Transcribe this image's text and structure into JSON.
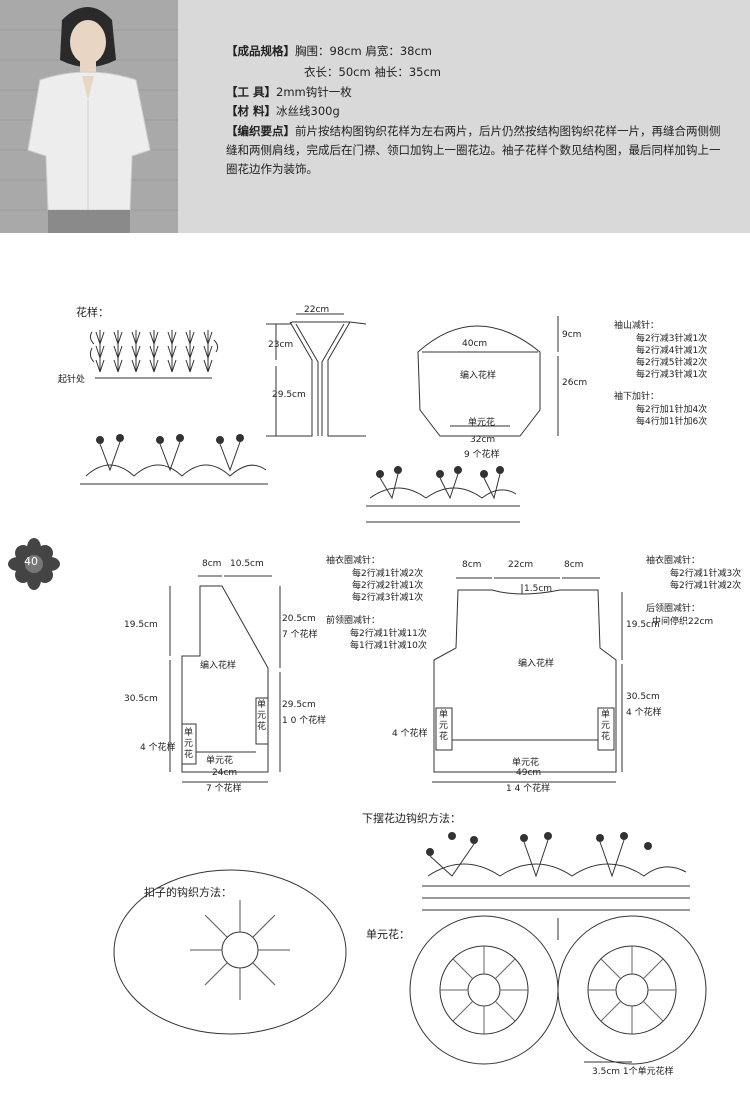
{
  "header": {
    "spec_label": "【成品规格】",
    "spec_line1": "胸围：98cm   肩宽：38cm",
    "spec_line2": "衣长：50cm   袖长：35cm",
    "tool_label": "【工      具】",
    "tool_value": "2mm钩针一枚",
    "material_label": "【材      料】",
    "material_value": "冰丝线300g",
    "knit_label": "【编织要点】",
    "knit_text": "前片按结构图钩织花样为左右两片，后片仍然按结构图钩织花样一片，再缝合两侧侧缝和两侧肩线，完成后在门襟、领口加钩上一圈花边。袖子花样个数见结构图，最后同样加钩上一圈花边作为装饰。"
  },
  "page_number": "40",
  "pattern": {
    "title": "花样：",
    "start_label": "起针处"
  },
  "collar": {
    "w": "22cm",
    "h1": "23cm",
    "h2": "29.5cm"
  },
  "sleeve": {
    "top_w": "40cm",
    "label": "编入花样",
    "unit": "单元花",
    "bottom_w": "32cm",
    "bottom_count": "9 个花样",
    "h1": "9cm",
    "h2": "26cm",
    "cap_title": "袖山减针：",
    "cap_lines": [
      "每2行减3针减1次",
      "每2行减4针减1次",
      "每2行减5针减2次",
      "每2行减3针减1次"
    ],
    "under_title": "袖下加针：",
    "under_lines": [
      "每2行加1针加4次",
      "每4行加1针加6次"
    ]
  },
  "front": {
    "w1": "8cm",
    "w2": "10.5cm",
    "h_top": "19.5cm",
    "h_bottom": "30.5cm",
    "r_top": "20.5cm",
    "r_top_count": "7 个花样",
    "r_bottom": "29.5cm",
    "r_bottom_count": "1 0 个花样",
    "label": "编入花样",
    "unit_side": "单元花",
    "unit_left": "单元花",
    "unit_bottom": "单元花",
    "left_count": "4 个花样",
    "bottom_w": "24cm",
    "bottom_count": "7 个花样",
    "arm_title": "袖衣圈减针：",
    "arm_lines": [
      "每2行减1针减2次",
      "每2行减2针减1次",
      "每2行减3针减1次"
    ],
    "neck_title": "前领圈减针：",
    "neck_lines": [
      "每2行减1针减11次",
      "每1行减1针减10次"
    ]
  },
  "back": {
    "w1": "8cm",
    "w2": "22cm",
    "w3": "8cm",
    "neck_drop": "1.5cm",
    "label": "编入花样",
    "h_top": "19.5cm",
    "h_bottom": "30.5cm",
    "right_count": "4 个花样",
    "left_count": "4 个花样",
    "unit_left": "单元花",
    "unit_right": "单元花",
    "unit_bottom": "单元花",
    "bottom_w": "49cm",
    "bottom_count": "1 4 个花样",
    "arm_title": "袖衣圈减针：",
    "arm_lines": [
      "每2行减1针减3次",
      "每2行减1针减2次"
    ],
    "neck_title": "后领圈减针：",
    "neck_line": "中间停织22cm"
  },
  "hem": {
    "title": "下摆花边钩织方法：",
    "unit_label": "单元花：",
    "repeat": "3.5cm   1个单元花样"
  },
  "button": {
    "title": "扣子的钩织方法："
  }
}
